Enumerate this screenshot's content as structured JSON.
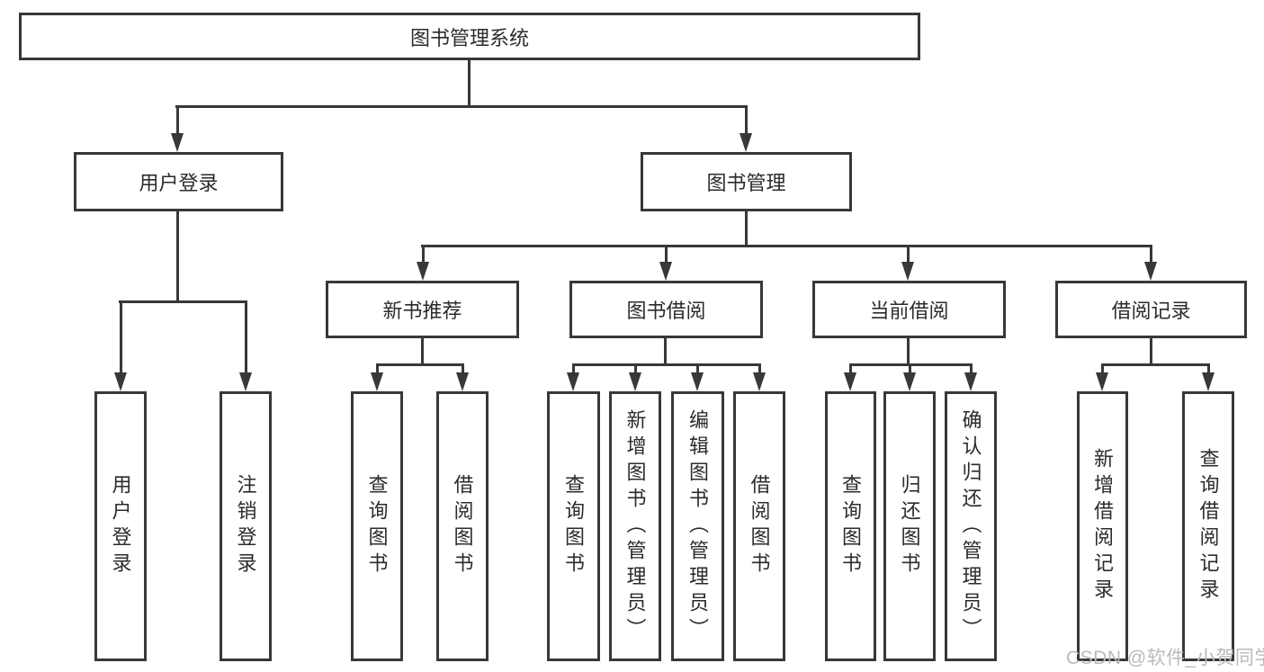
{
  "style": {
    "line_color": "#383838",
    "text_color": "#2b2b2b",
    "background": "#ffffff",
    "watermark_color": "#b7bbbf"
  },
  "tree": {
    "root": {
      "label": "图书管理系统"
    },
    "branches": [
      {
        "label": "用户登录",
        "children": [
          {
            "label": "用户登录"
          },
          {
            "label": "注销登录"
          }
        ]
      },
      {
        "label": "图书管理",
        "groups": [
          {
            "label": "新书推荐",
            "children": [
              {
                "label": "查询图书"
              },
              {
                "label": "借阅图书"
              }
            ]
          },
          {
            "label": "图书借阅",
            "children": [
              {
                "label": "查询图书"
              },
              {
                "label": "新增图书（管理员）"
              },
              {
                "label": "编辑图书（管理员）"
              },
              {
                "label": "借阅图书"
              }
            ]
          },
          {
            "label": "当前借阅",
            "children": [
              {
                "label": "查询图书"
              },
              {
                "label": "归还图书"
              },
              {
                "label": "确认归还（管理员）"
              }
            ]
          },
          {
            "label": "借阅记录",
            "children": [
              {
                "label": "新增借阅记录"
              },
              {
                "label": "查询借阅记录"
              }
            ]
          }
        ]
      }
    ]
  },
  "watermark": {
    "text": "CSDN @软件_小贺同学"
  }
}
